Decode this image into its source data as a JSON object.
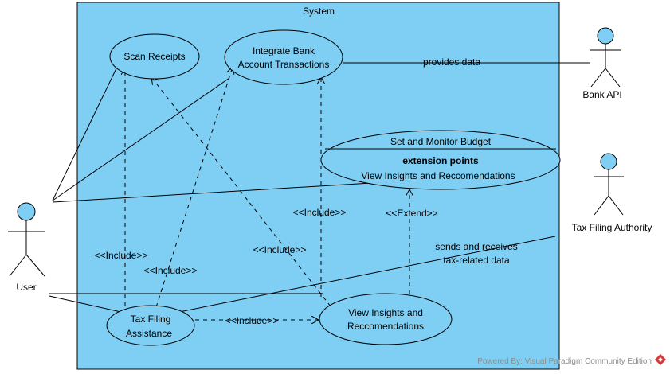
{
  "system": {
    "label": "System"
  },
  "use_cases": {
    "scan_receipts": "Scan Receipts",
    "integrate_bank_line1": "Integrate Bank",
    "integrate_bank_line2": "Account Transactions",
    "set_budget_title": "Set and Monitor Budget",
    "set_budget_extension_header": "extension points",
    "set_budget_extension_point": "View Insights and Reccomendations",
    "tax_filing_line1": "Tax Filing",
    "tax_filing_line2": "Assistance",
    "view_insights_line1": "View Insights and",
    "view_insights_line2": "Reccomendations"
  },
  "actors": {
    "user": "User",
    "bank_api": "Bank API",
    "tax_authority": "Tax Filing Authority"
  },
  "relations": {
    "provides_data": "provides data",
    "sends_receives_line1": "sends and receives",
    "sends_receives_line2": "tax-related data",
    "include": "<<Include>>",
    "extend": "<<Extend>>"
  },
  "footer": {
    "powered_by": "Powered By: Visual Paradigm Community Edition"
  },
  "colors": {
    "system_fill": "#7fcef4",
    "actor_fill": "#7fcef4",
    "logo": "#d9383a"
  }
}
